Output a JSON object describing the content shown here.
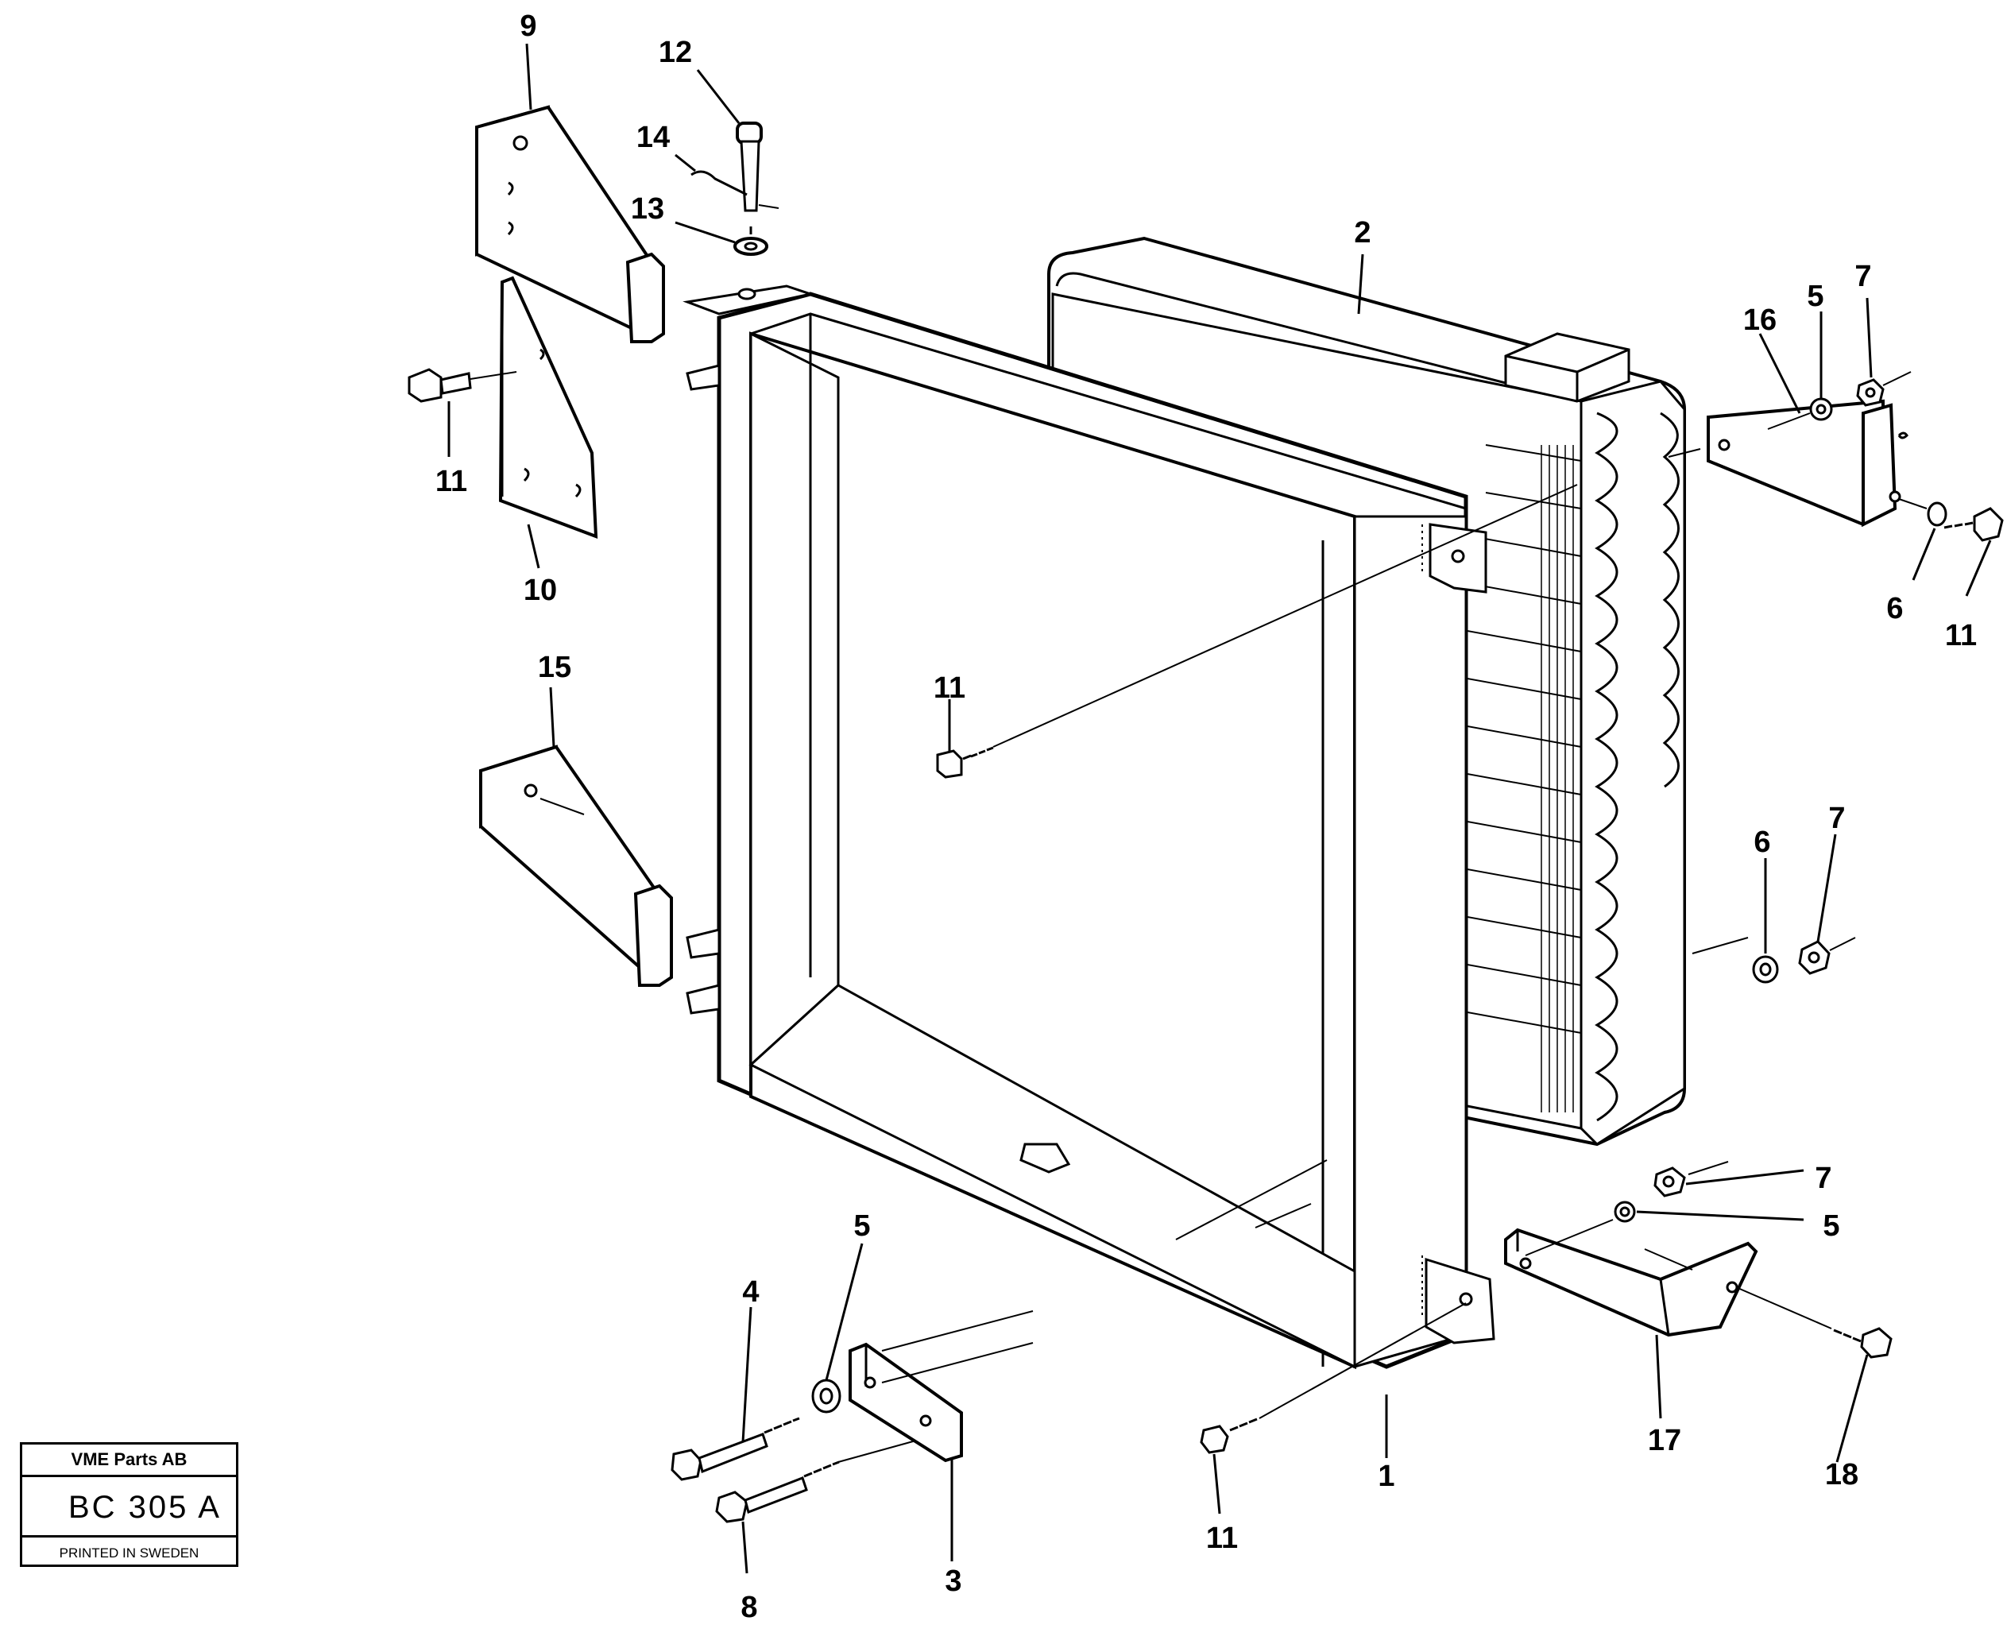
{
  "diagram": {
    "colors": {
      "ink": "#000000",
      "paper": "#ffffff"
    },
    "part_labels": [
      {
        "id": "p9",
        "text": "9"
      },
      {
        "id": "p12",
        "text": "12"
      },
      {
        "id": "p14",
        "text": "14"
      },
      {
        "id": "p13",
        "text": "13"
      },
      {
        "id": "p11a",
        "text": "11"
      },
      {
        "id": "p10",
        "text": "10"
      },
      {
        "id": "p2",
        "text": "2"
      },
      {
        "id": "p16",
        "text": "16"
      },
      {
        "id": "p5a",
        "text": "5"
      },
      {
        "id": "p7a",
        "text": "7"
      },
      {
        "id": "p6a",
        "text": "6"
      },
      {
        "id": "p11b",
        "text": "11"
      },
      {
        "id": "p15",
        "text": "15"
      },
      {
        "id": "p11c",
        "text": "11"
      },
      {
        "id": "p6b",
        "text": "6"
      },
      {
        "id": "p7b",
        "text": "7"
      },
      {
        "id": "p7c",
        "text": "7"
      },
      {
        "id": "p5b",
        "text": "5"
      },
      {
        "id": "p5c",
        "text": "5"
      },
      {
        "id": "p4",
        "text": "4"
      },
      {
        "id": "p17",
        "text": "17"
      },
      {
        "id": "p18",
        "text": "18"
      },
      {
        "id": "p1",
        "text": "1"
      },
      {
        "id": "p11d",
        "text": "11"
      },
      {
        "id": "p3",
        "text": "3"
      },
      {
        "id": "p8",
        "text": "8"
      }
    ]
  },
  "title_block": {
    "company": "VME Parts AB",
    "code": "BC 305 A",
    "printed": "PRINTED IN SWEDEN"
  }
}
